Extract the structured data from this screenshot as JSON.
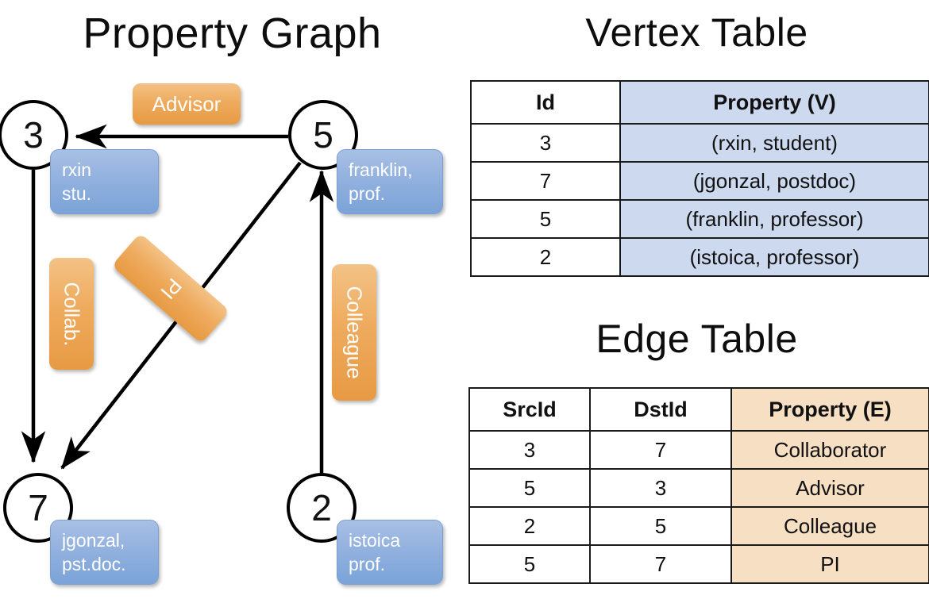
{
  "titles": {
    "property_graph": "Property Graph",
    "vertex_table": "Vertex Table",
    "edge_table": "Edge Table"
  },
  "graph": {
    "nodes": [
      {
        "id": "3",
        "property_lines": [
          "rxin",
          "stu."
        ]
      },
      {
        "id": "5",
        "property_lines": [
          "franklin,",
          "prof."
        ]
      },
      {
        "id": "7",
        "property_lines": [
          "jgonzal,",
          "pst.doc."
        ]
      },
      {
        "id": "2",
        "property_lines": [
          "istoica",
          "prof."
        ]
      }
    ],
    "edge_labels": [
      {
        "text": "Advisor",
        "orientation": "horizontal"
      },
      {
        "text": "Collab.",
        "orientation": "vertical"
      },
      {
        "text": "PI",
        "orientation": "diagonal"
      },
      {
        "text": "Colleague",
        "orientation": "vertical"
      }
    ]
  },
  "vertex_table": {
    "headers": [
      "Id",
      "Property (V)"
    ],
    "rows": [
      {
        "id": "3",
        "property": "(rxin, student)"
      },
      {
        "id": "7",
        "property": "(jgonzal, postdoc)"
      },
      {
        "id": "5",
        "property": "(franklin, professor)"
      },
      {
        "id": "2",
        "property": "(istoica, professor)"
      }
    ]
  },
  "edge_table": {
    "headers": [
      "SrcId",
      "DstId",
      "Property (E)"
    ],
    "rows": [
      {
        "src": "3",
        "dst": "7",
        "property": "Collaborator"
      },
      {
        "src": "5",
        "dst": "3",
        "property": "Advisor"
      },
      {
        "src": "2",
        "dst": "5",
        "property": "Colleague"
      },
      {
        "src": "5",
        "dst": "7",
        "property": "PI"
      }
    ]
  },
  "colors": {
    "vertex_property_fill": "#90b0de",
    "edge_label_fill": "#eca council",
    "vertex_table_highlight": "#ccd9ef",
    "edge_table_highlight": "#f7dfc4",
    "stroke": "#000000"
  }
}
